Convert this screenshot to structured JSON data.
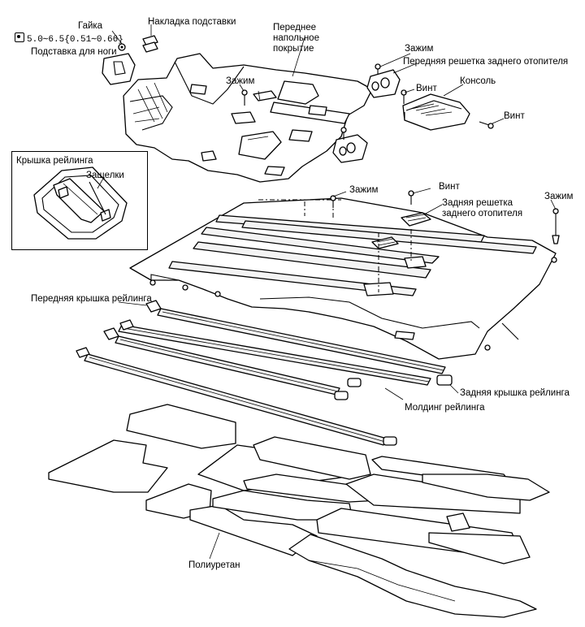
{
  "labels": {
    "nut": "Гайка",
    "torque": "5.0∼6.5{0.51∼0.66}",
    "footrest": "Подставка для ноги",
    "footrest_cover": "Накладка подставки",
    "front_floor_covering": "Переднее напольное покрытие",
    "clip_top": "Зажим",
    "front_heater_grille": "Передняя решетка заднего отопителя",
    "clip_mid": "Зажим",
    "screw_console_left": "Винт",
    "console": "Консоль",
    "screw_console_right": "Винт",
    "rail_cover_title": "Крышка рейлинга",
    "latches": "Защелки",
    "clip_lower": "Зажим",
    "screw_lower": "Винт",
    "rear_heater_grille": "Задняя решетка заднего отопителя",
    "clip_right": "Зажим",
    "front_rail_cover": "Передняя крышка рейлинга",
    "rear_rail_cover": "Задняя крышка рейлинга",
    "rail_molding": "Молдинг рейлинга",
    "polyurethane": "Полиуретан"
  },
  "icons": {
    "torque": "torque-wrench-icon"
  }
}
